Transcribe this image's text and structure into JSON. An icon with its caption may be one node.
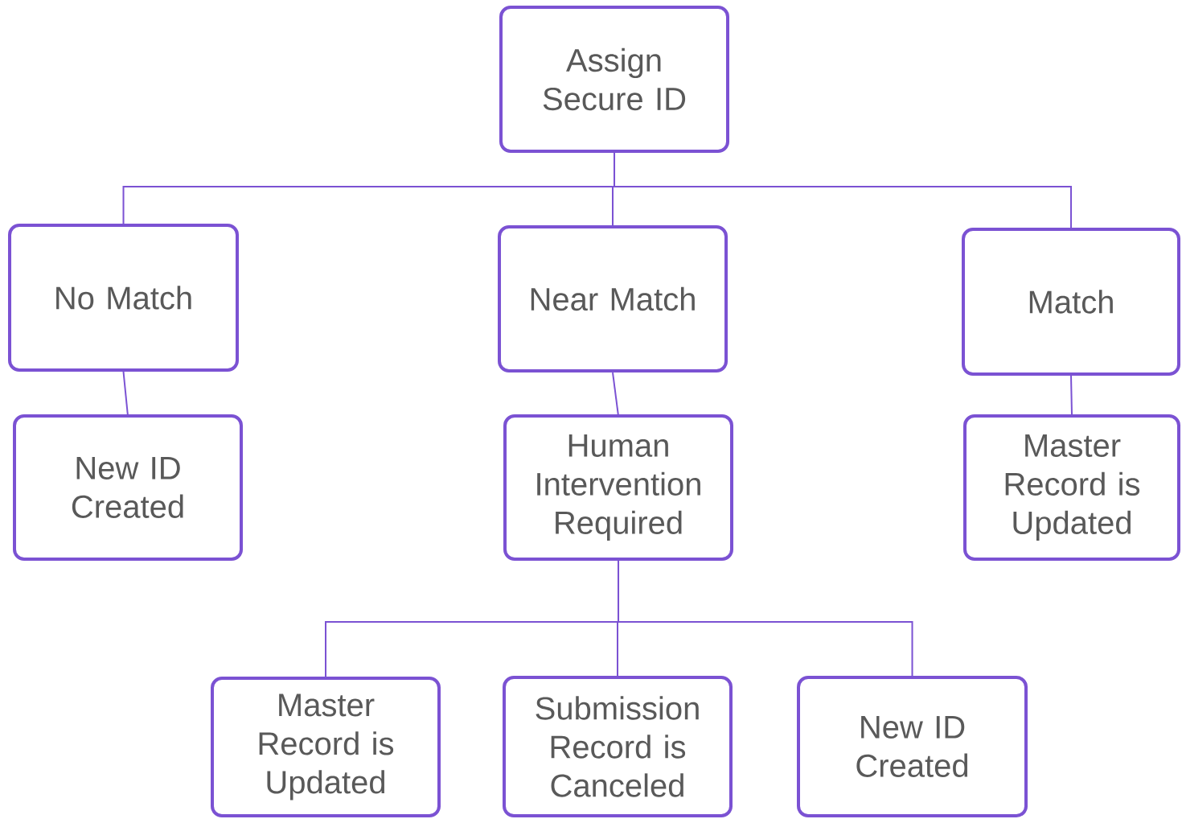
{
  "diagram": {
    "nodes": [
      {
        "text": [
          "Assign Secure ID"
        ]
      },
      {
        "text": [
          "No Match"
        ]
      },
      {
        "text": [
          "Near Match"
        ]
      },
      {
        "text": [
          "Match"
        ]
      },
      {
        "text": [
          "New ID Created"
        ]
      },
      {
        "text": [
          "Human Intervention Required"
        ]
      },
      {
        "text": [
          "Master Record is Updated"
        ]
      },
      {
        "text": [
          "Master Record is Updated"
        ]
      },
      {
        "text": [
          "Submission Record is Canceled"
        ]
      },
      {
        "text": [
          "New ID Created"
        ]
      }
    ],
    "edges": [
      {
        "from": 0,
        "to": 1,
        "arrow": "none"
      },
      {
        "from": 0,
        "to": 2,
        "arrow": "none"
      },
      {
        "from": 0,
        "to": 3,
        "arrow": "none"
      },
      {
        "from": 1,
        "to": 4,
        "arrow": "none"
      },
      {
        "from": 2,
        "to": 5,
        "arrow": "none"
      },
      {
        "from": 3,
        "to": 6,
        "arrow": "none"
      },
      {
        "from": 5,
        "to": 7,
        "arrow": "none"
      },
      {
        "from": 5,
        "to": 8,
        "arrow": "none"
      },
      {
        "from": 5,
        "to": 9,
        "arrow": "none"
      }
    ]
  }
}
